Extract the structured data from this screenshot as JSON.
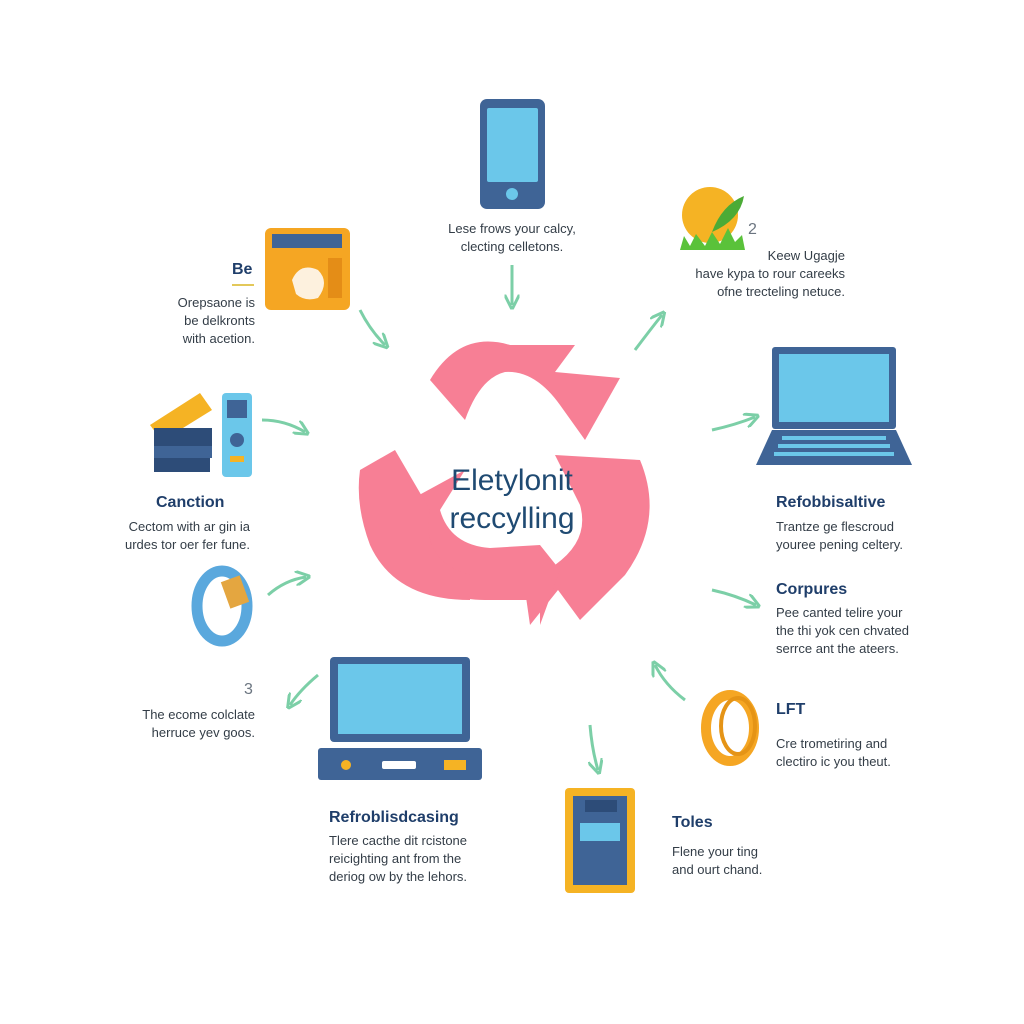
{
  "center": {
    "line1": "Eletylonit",
    "line2": "reccylling"
  },
  "nodes": {
    "top_phone": {
      "text1": "Lese frows your calcy,",
      "text2": "clecting celletons."
    },
    "top_right": {
      "number": "2",
      "text1": "Keew Ugagje",
      "text2": "have kypa to rour careeks",
      "text3": "ofne trecteling netuce."
    },
    "laptop_right": {
      "title": "Refobbisaltive",
      "text1": "Trantze ge flescroud",
      "text2": "youree pening celtery."
    },
    "corpures": {
      "title": "Corpures",
      "text1": "Pee canted telire your",
      "text2": "the thi yok cen chvated",
      "text3": "serrce ant the ateers."
    },
    "lft": {
      "title": "LFT",
      "text1": "Cre trometiring and",
      "text2": "clectiro ic you theut."
    },
    "toles": {
      "title": "Toles",
      "text1": "Flene your ting",
      "text2": "and ourt chand."
    },
    "refurb_bottom": {
      "title": "Refroblisdcasing",
      "text1": "Tlere cacthe dit rcistone",
      "text2": "reicighting ant from the",
      "text3": "deriog ow by the lehors."
    },
    "three": {
      "number": "3",
      "text1": "The ecome colclate",
      "text2": "herruce yev goos."
    },
    "canction": {
      "title": "Canction",
      "text1": "Cectom with ar gin ia",
      "text2": "urdes tor oer fer fune."
    },
    "be": {
      "title": "Be",
      "text1": "Orepsaone is",
      "text2": "be delkronts",
      "text3": "with acetion."
    }
  },
  "colors": {
    "recycle": "#f77f95",
    "arrow": "#7ccfa7",
    "navy": "#3f6496",
    "screen": "#6bc7ea",
    "orange": "#f5a623",
    "text_dark": "#1f3e6a"
  },
  "icons": {
    "top": "smartphone-icon",
    "top_right": "leaf-sun-icon",
    "right": "laptop-icon",
    "bottom_right": "ring-icon",
    "bottom": "device-box-icon",
    "bottom_left": "monitor-icon",
    "left_lower": "bracelet-icon",
    "left": "gadgets-icon",
    "top_left": "camera-icon",
    "center": "recycle-icon"
  }
}
